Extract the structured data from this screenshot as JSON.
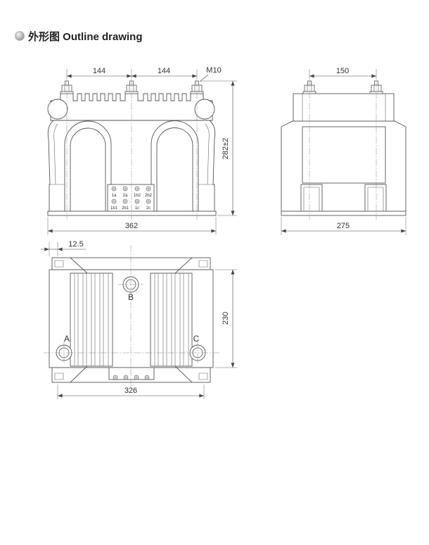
{
  "title": {
    "text": "外形图 Outline drawing"
  },
  "front_view": {
    "terminal_spacing_left": "144",
    "terminal_spacing_right": "144",
    "bolt_size": "M10",
    "height": "282±2",
    "width": "362",
    "secondary_terminals_top": [
      "1a",
      "2a",
      "1b2",
      "2b2"
    ],
    "secondary_terminals_bottom": [
      "1b1",
      "2b1",
      "1c",
      "2c"
    ]
  },
  "side_view": {
    "terminal_spacing": "150",
    "depth": "275"
  },
  "top_view": {
    "edge_offset": "12.5",
    "mounting_depth": "230",
    "mounting_width": "326",
    "phase_labels": {
      "a": "A",
      "b": "B",
      "c": "C"
    }
  },
  "colors": {
    "line": "#555555",
    "text": "#333333",
    "bullet": "#8c8c8c"
  }
}
